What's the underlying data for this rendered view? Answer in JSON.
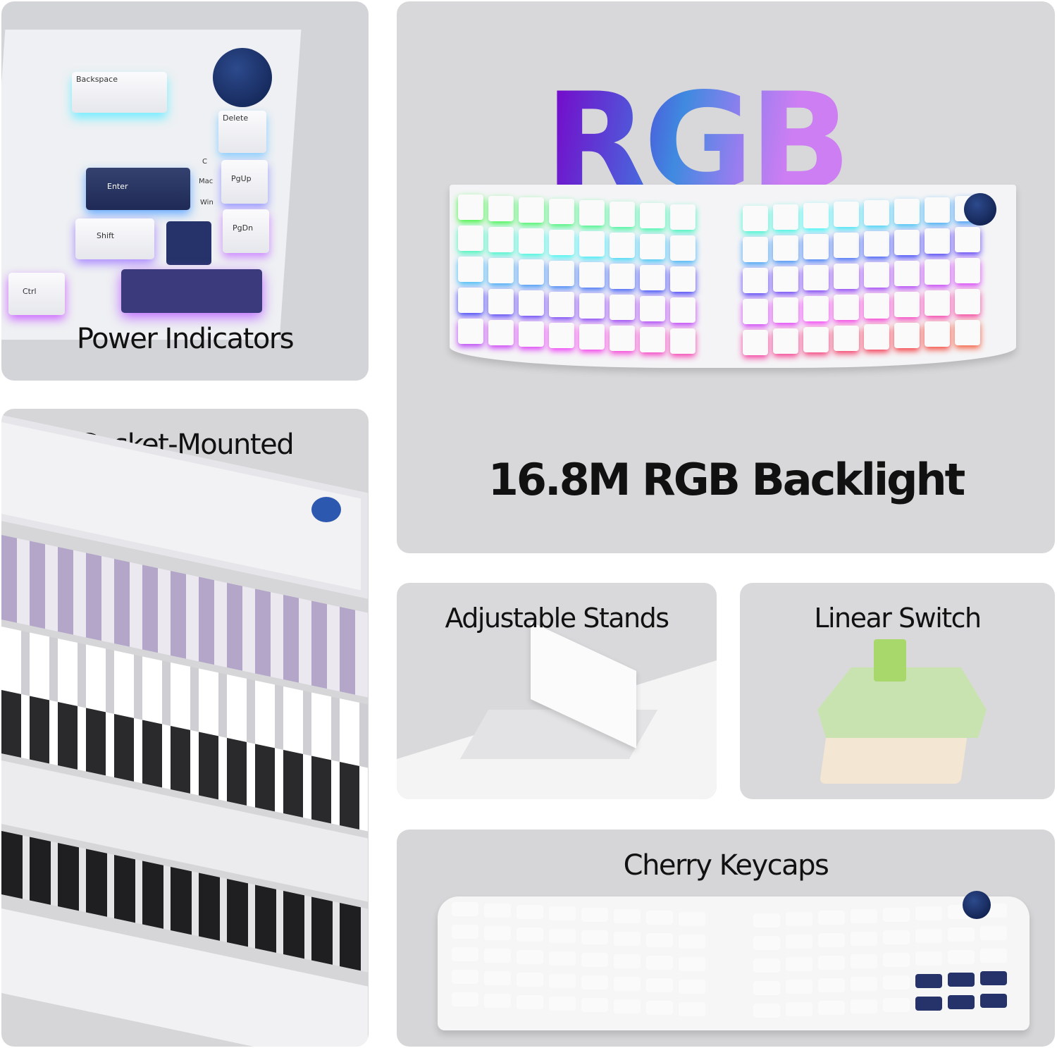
{
  "panels": {
    "power_indicators": {
      "title": "Power Indicators",
      "keys": [
        "Backspace",
        "Delete",
        "Enter",
        "PgUp",
        "Shift",
        "PgDn",
        "Ctrl"
      ],
      "indicators": [
        "C",
        "Mac",
        "Win"
      ]
    },
    "rgb": {
      "hero_text": "RGB",
      "title": "16.8M RGB Backlight"
    },
    "gasket": {
      "title": "Gasket-Mounted"
    },
    "stands": {
      "title": "Adjustable Stands"
    },
    "switch": {
      "title": "Linear Switch"
    },
    "keycaps": {
      "title": "Cherry Keycaps"
    }
  },
  "colors": {
    "panel_bg": "#d9d9db",
    "accent_navy": "#1f2a55",
    "rgb_gradient": [
      "#7a00c8",
      "#3f8ae0",
      "#cc7ef2"
    ],
    "switch_green": "#c9e3b0"
  }
}
